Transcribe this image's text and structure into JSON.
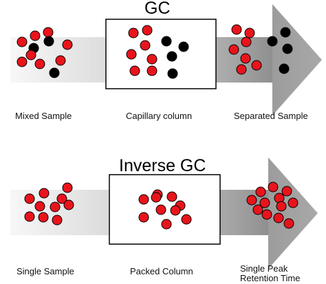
{
  "gc": {
    "title": "GC",
    "captions": {
      "left": "Mixed Sample",
      "middle": "Capillary column",
      "right": "Separated Sample"
    }
  },
  "inverse_gc": {
    "title": "Inverse GC",
    "captions": {
      "left": "Single Sample",
      "middle": "Packed Column",
      "right_line1": "Single Peak",
      "right_line2": "Retention Time"
    }
  },
  "colors": {
    "red_particle": "#e8141c",
    "black_particle": "#000000",
    "arrow_light": "#f4f4f4",
    "arrow_dark": "#8c8c8c",
    "arrowhead": "#9a9a9a",
    "column_border": "#000000"
  }
}
